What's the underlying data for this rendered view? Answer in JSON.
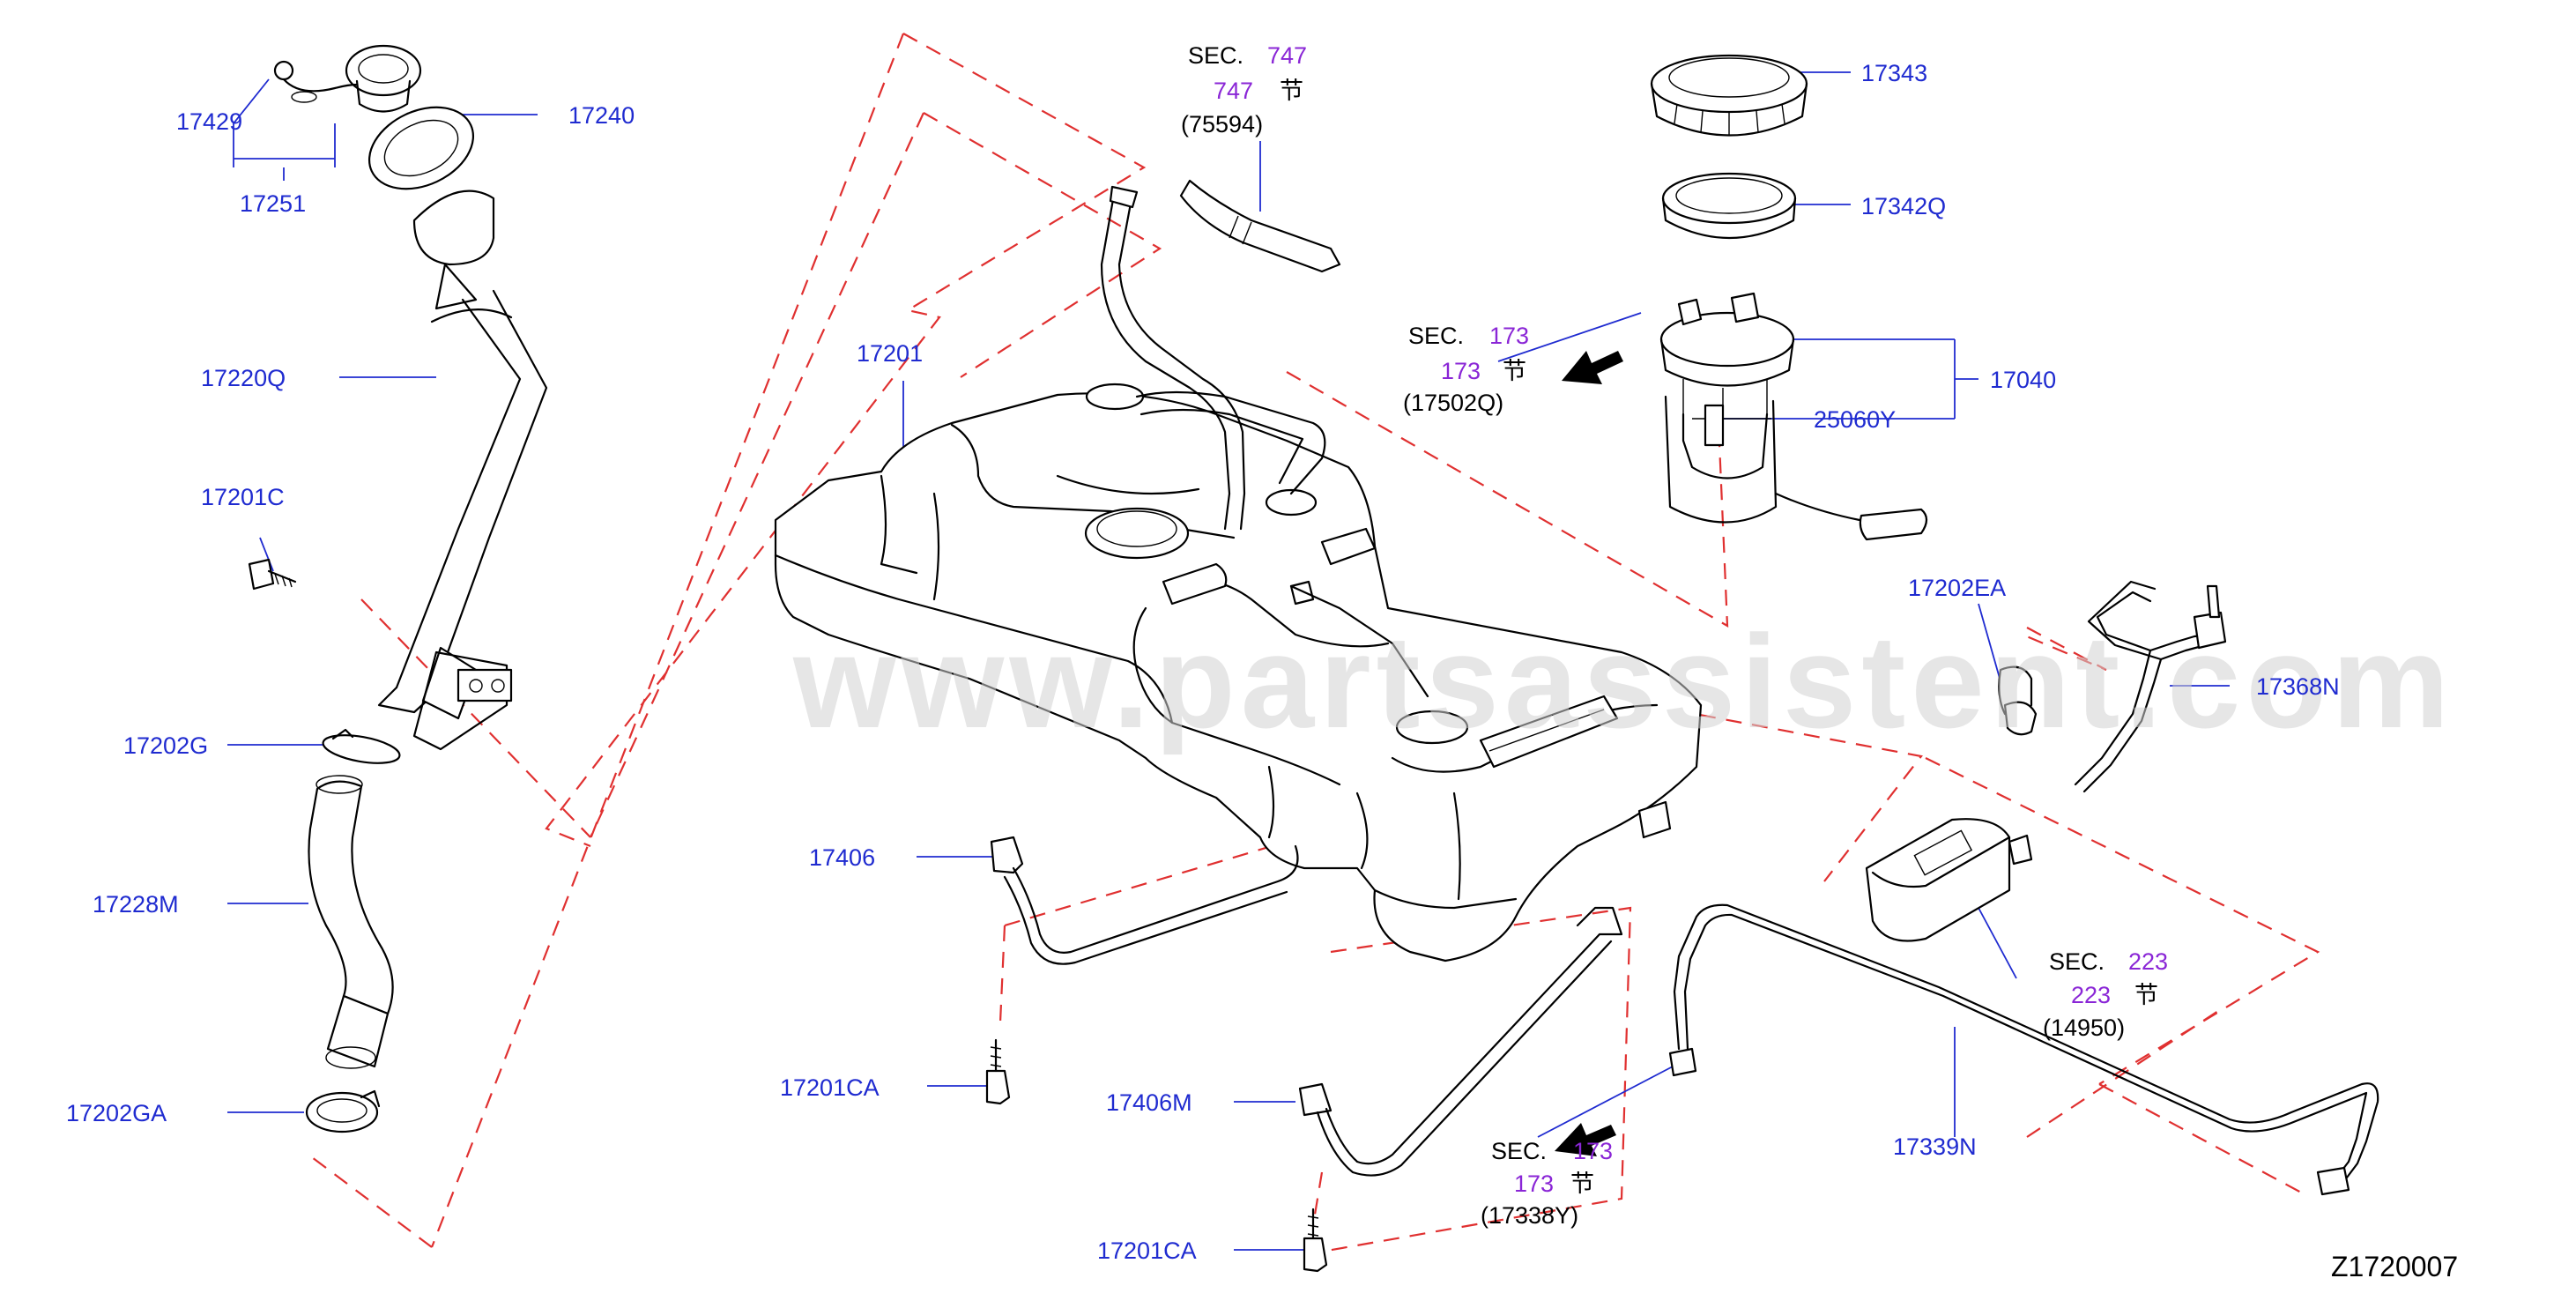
{
  "watermark": "www.partsassistent.com",
  "diagram_code": "Z1720007",
  "parts": {
    "p17429": "17429",
    "p17240": "17240",
    "p17251": "17251",
    "p17220Q": "17220Q",
    "p17201C": "17201C",
    "p17202G": "17202G",
    "p17228M": "17228M",
    "p17202GA": "17202GA",
    "p17201": "17201",
    "p17406": "17406",
    "p17201CA_a": "17201CA",
    "p17406M": "17406M",
    "p17201CA_b": "17201CA",
    "p17343": "17343",
    "p17342Q": "17342Q",
    "p17040": "17040",
    "p25060Y": "25060Y",
    "p17202EA": "17202EA",
    "p17368N": "17368N",
    "p17339N": "17339N"
  },
  "sections": {
    "s747": {
      "sec": "SEC.",
      "num": "747",
      "num2": "747",
      "jie": "节",
      "ref": "(75594)"
    },
    "s173a": {
      "sec": "SEC.",
      "num": "173",
      "num2": "173",
      "jie": "节",
      "ref": "(17502Q)"
    },
    "s223": {
      "sec": "SEC.",
      "num": "223",
      "num2": "223",
      "jie": "节",
      "ref": "(14950)"
    },
    "s173b": {
      "sec": "SEC.",
      "num": "173",
      "num2": "173",
      "jie": "节",
      "ref": "(17338Y)"
    }
  },
  "colors": {
    "part_label": "#1f2bd0",
    "section_number": "#8a26d6",
    "dashed_outline": "#e03030",
    "drawing": "#000000"
  }
}
